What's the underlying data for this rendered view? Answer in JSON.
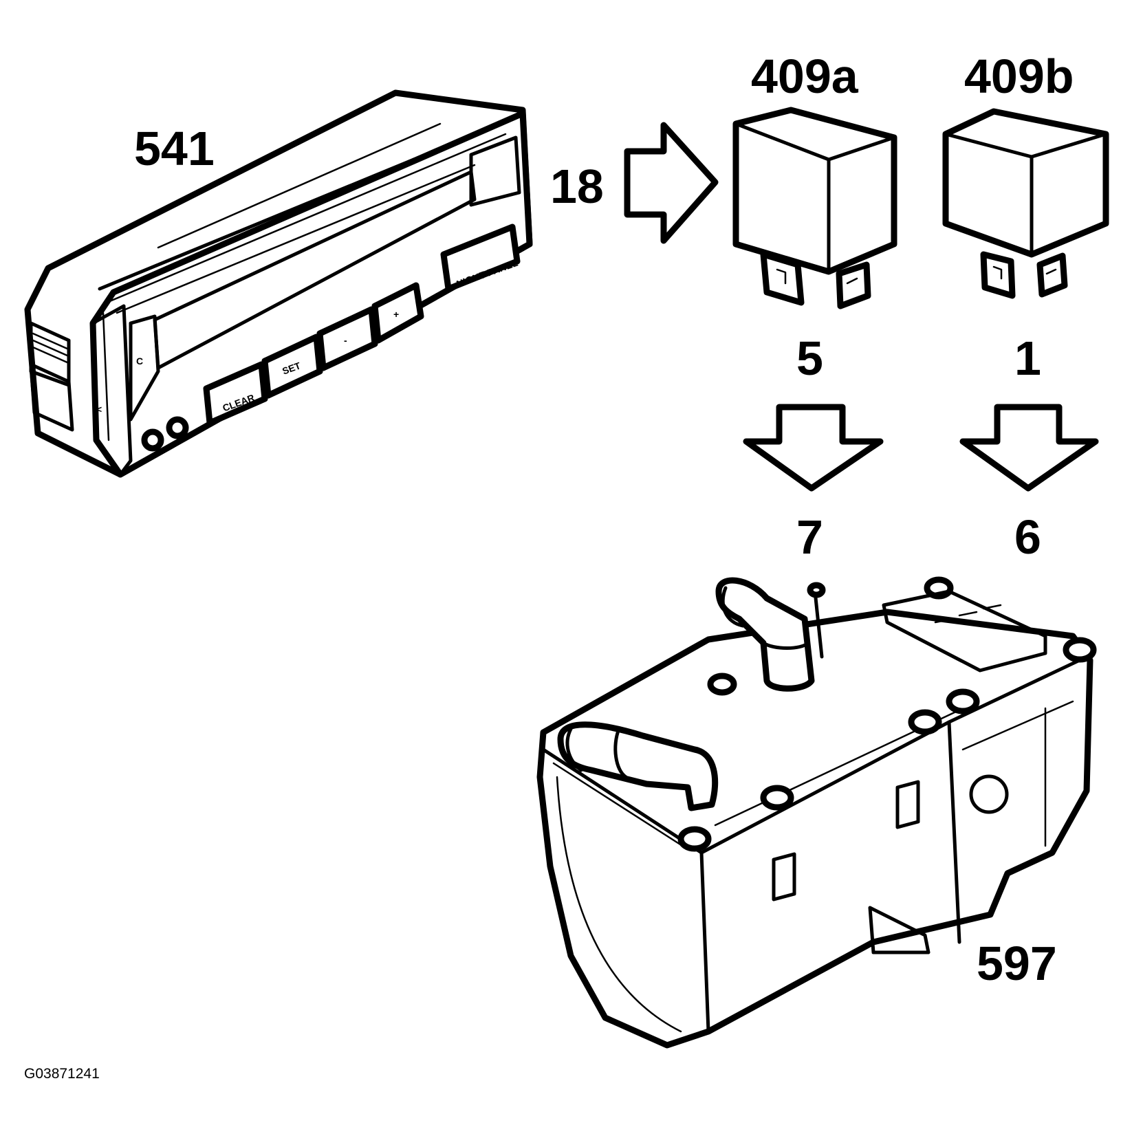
{
  "callouts": {
    "control_panel": "541",
    "relay_a": "409a",
    "relay_b": "409b",
    "heater": "597",
    "panel_to_relay_arrow": "18",
    "relay_a_pin": "5",
    "relay_b_pin": "1",
    "heater_pin_a": "7",
    "heater_pin_b": "6"
  },
  "panel_buttons": {
    "clear": "CLEAR",
    "set": "SET",
    "minus": "-",
    "plus": "+",
    "night_panel": "NIGHT PANEL",
    "c_symbol": "C"
  },
  "figure_code": "G03871241",
  "colors": {
    "line": "#000000",
    "background": "#ffffff"
  }
}
